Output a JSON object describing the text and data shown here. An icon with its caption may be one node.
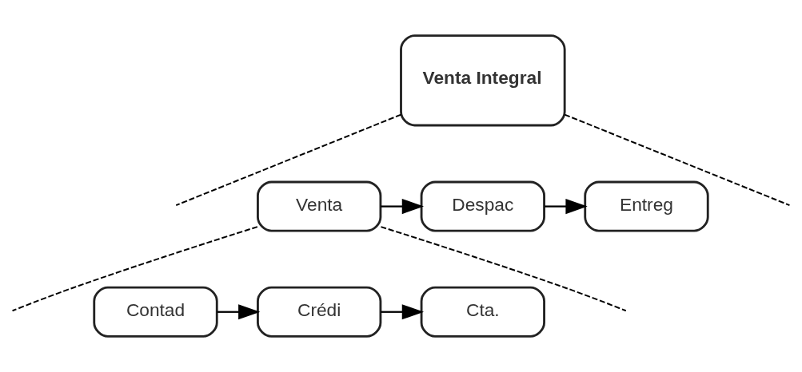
{
  "diagram": {
    "nodes": [
      {
        "text": [
          "Venta Integral"
        ]
      },
      {
        "text": [
          "Venta"
        ]
      },
      {
        "text": [
          "Despac"
        ]
      },
      {
        "text": [
          "Entreg"
        ]
      },
      {
        "text": [
          "Contad"
        ]
      },
      {
        "text": [
          "Crédi"
        ]
      },
      {
        "text": [
          "Cta."
        ]
      }
    ],
    "edges": [
      {
        "from": 0,
        "to": null,
        "arrow": "none",
        "style": "dashed"
      },
      {
        "from": 0,
        "to": null,
        "arrow": "none",
        "style": "dashed"
      },
      {
        "from": 1,
        "to": 2,
        "arrow": "to"
      },
      {
        "from": 2,
        "to": 3,
        "arrow": "to"
      },
      {
        "from": 1,
        "to": null,
        "arrow": "none",
        "style": "dashed"
      },
      {
        "from": 1,
        "to": null,
        "arrow": "none",
        "style": "dashed"
      },
      {
        "from": 4,
        "to": 5,
        "arrow": "to"
      },
      {
        "from": 5,
        "to": 6,
        "arrow": "to"
      }
    ]
  }
}
